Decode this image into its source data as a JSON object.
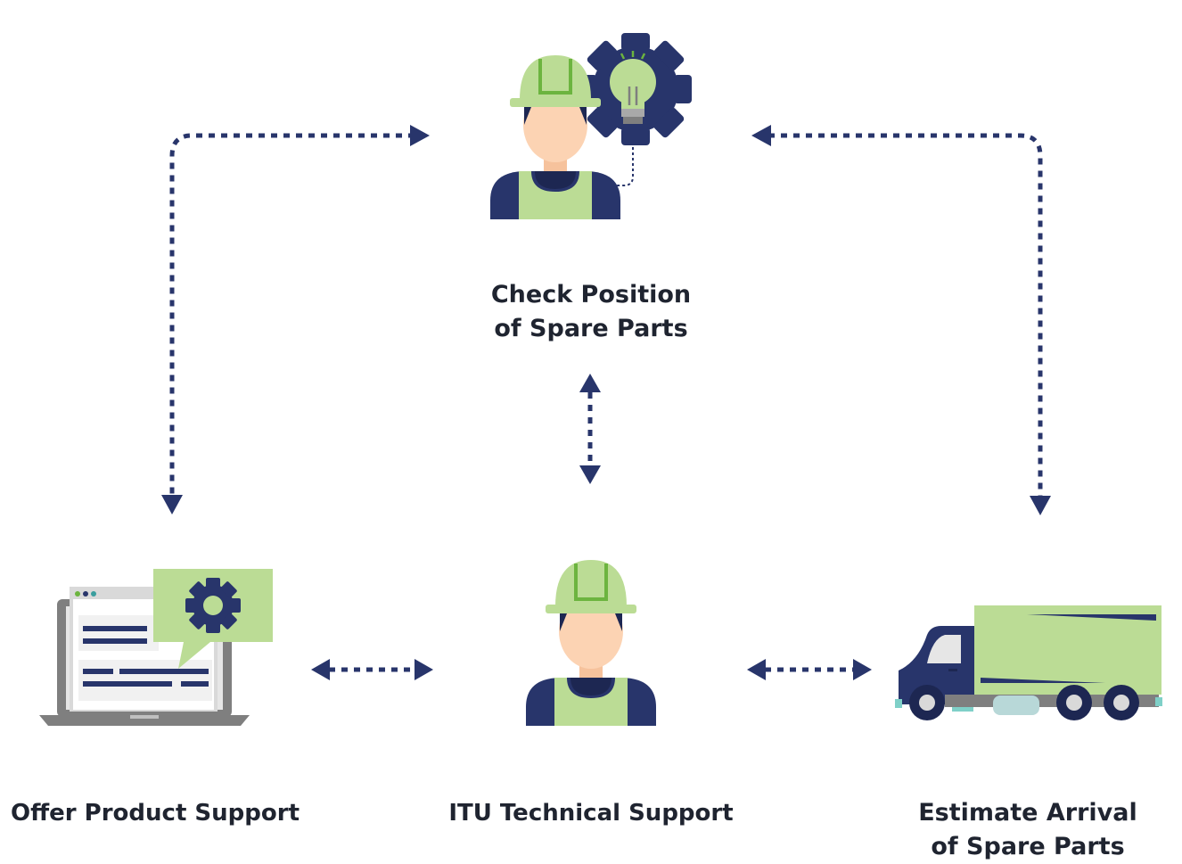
{
  "diagram": {
    "nodes": {
      "top": {
        "lines": [
          "Check Position",
          "of Spare Parts"
        ]
      },
      "left": {
        "lines": [
          "Offer Product Support"
        ]
      },
      "center": {
        "lines": [
          "ITU Technical Support"
        ]
      },
      "right": {
        "lines": [
          "Estimate Arrival",
          "of Spare Parts"
        ]
      }
    },
    "colors": {
      "navy": "#28356b",
      "green": "#bbdc95",
      "green_dark": "#6cb43f",
      "skin": "#fcd3b3",
      "gray": "#7f7f7f",
      "text": "#1f2430"
    },
    "icons": {
      "top": "worker-with-gear-lightbulb-icon",
      "left": "laptop-support-icon",
      "center": "worker-icon",
      "right": "delivery-truck-icon"
    }
  }
}
